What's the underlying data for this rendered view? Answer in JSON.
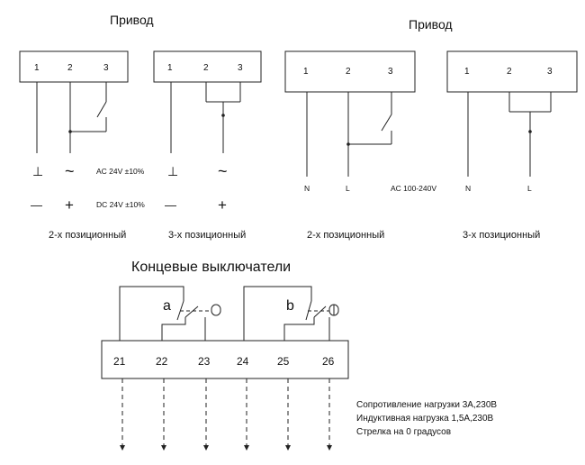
{
  "titles": {
    "drive_left": "Привод",
    "drive_right": "Привод",
    "limit_switches": "Концевые выключатели"
  },
  "terminals": [
    "1",
    "2",
    "3"
  ],
  "symbols": {
    "ground": "⊥",
    "tilde": "~",
    "minus": "—",
    "plus": "+"
  },
  "supply": {
    "ac24": "AC 24V ±10%",
    "dc24": "DC 24V ±10%",
    "ac_high": "AC 100-240V",
    "n": "N",
    "l": "L"
  },
  "captions": {
    "two_pos": "2-х позиционный",
    "three_pos": "3-х позиционный"
  },
  "limit": {
    "switch_a": "a",
    "switch_b": "b",
    "pins": [
      "21",
      "22",
      "23",
      "24",
      "25",
      "26"
    ],
    "notes": [
      "Сопротивление нагрузки 3А,230В",
      "Индуктивная нагрузка 1,5А,230В",
      "Стрелка на 0 градусов"
    ]
  }
}
